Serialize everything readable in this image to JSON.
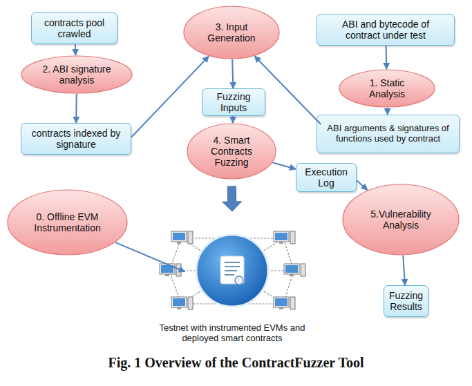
{
  "diagram": {
    "caption": "Fig. 1 Overview of the ContractFuzzer Tool",
    "nodes": [
      {
        "text": [
          "contracts pool crawled"
        ]
      },
      {
        "text": [
          "3. Input Generation"
        ]
      },
      {
        "text": [
          "ABI and bytecode of contract under test"
        ]
      },
      {
        "text": [
          "2. ABI signature analysis"
        ]
      },
      {
        "text": [
          "1. Static Analysis"
        ]
      },
      {
        "text": [
          "Fuzzing Inputs"
        ]
      },
      {
        "text": [
          "contracts indexed by signature"
        ]
      },
      {
        "text": [
          "ABI arguments & signatures of functions used by contract"
        ]
      },
      {
        "text": [
          "4. Smart Contracts Fuzzing"
        ]
      },
      {
        "text": [
          "Execution Log"
        ]
      },
      {
        "text": [
          "0. Offline EVM Instrumentation"
        ]
      },
      {
        "text": [
          "5.Vulnerability Analysis"
        ]
      },
      {
        "text": [
          "Testnet with instrumented EVMs and deployed smart contracts"
        ]
      },
      {
        "text": [
          "Fuzzing Results"
        ]
      }
    ],
    "edges": [
      {
        "from": 0,
        "to": 3,
        "arrow": "to"
      },
      {
        "from": 3,
        "to": 6,
        "arrow": "to"
      },
      {
        "from": 6,
        "to": 1,
        "arrow": "to"
      },
      {
        "from": 2,
        "to": 4,
        "arrow": "to"
      },
      {
        "from": 4,
        "to": 7,
        "arrow": "to"
      },
      {
        "from": 7,
        "to": 1,
        "arrow": "to"
      },
      {
        "from": 1,
        "to": 5,
        "arrow": "to"
      },
      {
        "from": 5,
        "to": 8,
        "arrow": "to"
      },
      {
        "from": 8,
        "to": 9,
        "arrow": "to"
      },
      {
        "from": 9,
        "to": 11,
        "arrow": "to"
      },
      {
        "from": 8,
        "to": 12,
        "arrow": "to"
      },
      {
        "from": 10,
        "to": 12,
        "arrow": "to"
      },
      {
        "from": 11,
        "to": 13,
        "arrow": "to"
      }
    ]
  }
}
